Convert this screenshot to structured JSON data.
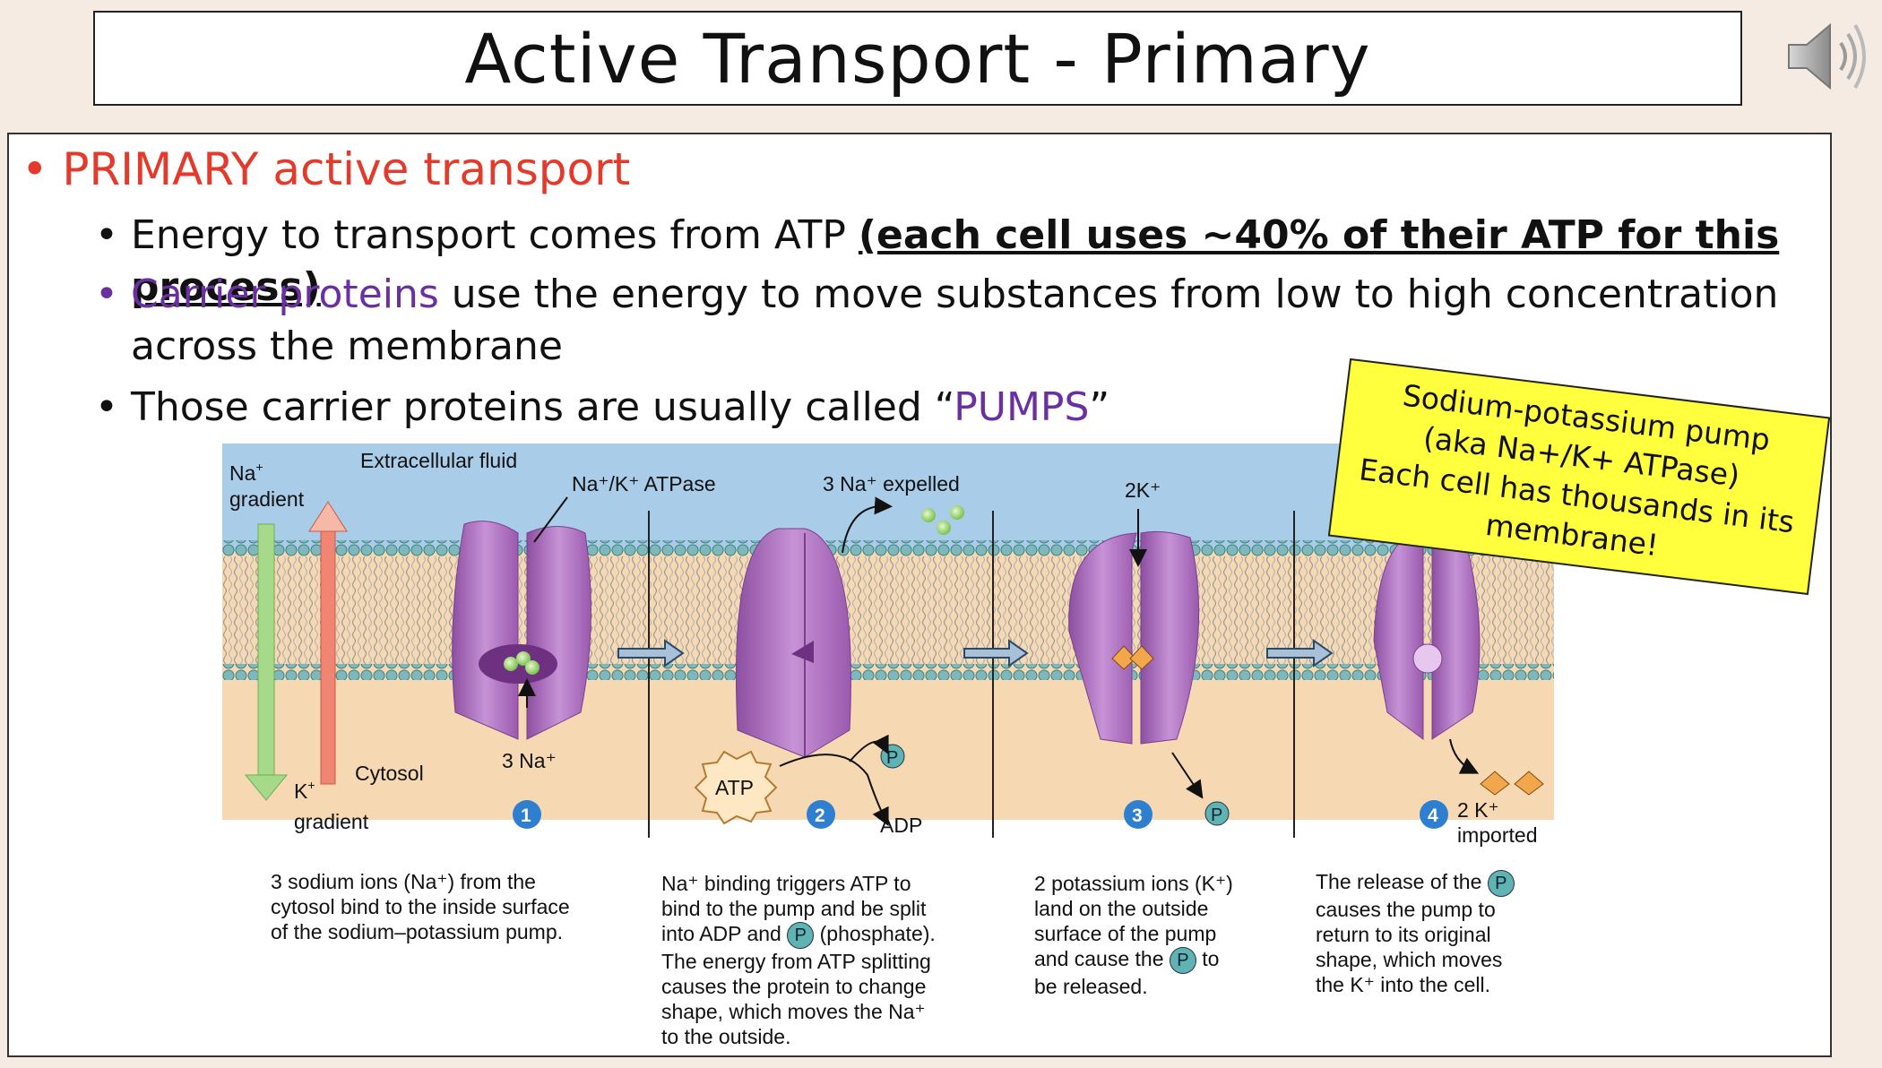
{
  "title": "Active Transport - Primary",
  "bullets": {
    "primary": "PRIMARY active transport",
    "b1_text": "Energy to transport comes from ATP ",
    "b1_bold": "(each cell uses ~40% of their ATP for this process)",
    "b2_purple": "Carrier proteins",
    "b2_text": " use the energy to move substances from low to high concentration",
    "b2_line2": "across the membrane",
    "b3_text": "Those carrier proteins are usually called “",
    "b3_purple": "PUMPS",
    "b3_end": "”"
  },
  "note": {
    "line1": "Sodium-potassium pump",
    "line2": "(aka Na+/K+ ATPase)",
    "line3": "Each cell has thousands in its",
    "line4": "membrane!"
  },
  "figure": {
    "extracellular": "Extracellular fluid",
    "cytosol": "Cytosol",
    "na_gradient_1": "Na",
    "na_gradient_2": "gradient",
    "k_gradient_1": "K",
    "k_gradient_2": "gradient",
    "atpase": "Na⁺/K⁺ ATPase",
    "na3_in": "3 Na⁺",
    "na3_out": "3 Na⁺ expelled",
    "k2": "2K⁺",
    "atp": "ATP",
    "adp": "ADP",
    "p": "P",
    "k2_imported_1": "2 K⁺",
    "k2_imported_2": "imported",
    "steps": [
      "1",
      "2",
      "3",
      "4"
    ]
  },
  "captions": {
    "c1": [
      "3 sodium ions (Na⁺) from the",
      "cytosol bind to the inside surface",
      "of the sodium–potassium pump."
    ],
    "c2": [
      "Na⁺ binding triggers ATP to",
      "bind to the pump and be split",
      "into ADP and",
      " (phosphate).",
      "The energy from ATP splitting",
      "causes the protein to change",
      "shape, which moves the Na⁺",
      "to the outside."
    ],
    "c3": [
      "2 potassium ions (K⁺)",
      "land on the outside",
      "surface of the pump",
      "and cause the",
      " to",
      "be released."
    ],
    "c4": [
      "The release of the",
      "causes the pump to",
      "return to its original",
      "shape, which moves",
      "the K⁺ into the cell."
    ]
  },
  "colors": {
    "title_red": "#e33a2b",
    "purple": "#6a2fa0",
    "note_yellow": "#ffff3d",
    "protein": "#b77bc6",
    "ecf": "#a9cce8",
    "cytosol": "#f6d9b3"
  }
}
